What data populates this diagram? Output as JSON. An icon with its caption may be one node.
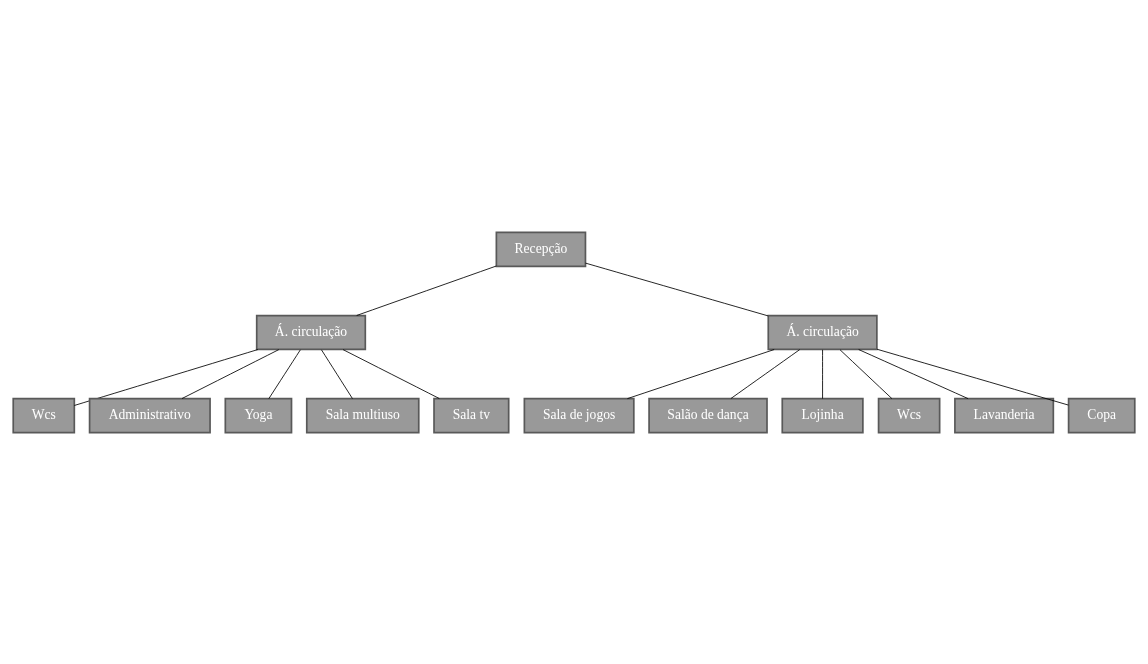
{
  "diagram": {
    "nodes": [
      {
        "text": [
          "Recepção"
        ]
      },
      {
        "text": [
          "Á. circulação"
        ]
      },
      {
        "text": [
          "Á. circulação"
        ]
      },
      {
        "text": [
          "Wcs"
        ]
      },
      {
        "text": [
          "Administrativo"
        ]
      },
      {
        "text": [
          "Yoga"
        ]
      },
      {
        "text": [
          "Sala multiuso"
        ]
      },
      {
        "text": [
          "Sala tv"
        ]
      },
      {
        "text": [
          "Sala de jogos"
        ]
      },
      {
        "text": [
          "Salão de dança"
        ]
      },
      {
        "text": [
          "Lojinha"
        ]
      },
      {
        "text": [
          "Wcs"
        ]
      },
      {
        "text": [
          "Lavanderia"
        ]
      },
      {
        "text": [
          "Copa"
        ]
      }
    ],
    "edges": [
      {
        "from": 0,
        "to": 1,
        "arrow": "none"
      },
      {
        "from": 0,
        "to": 2,
        "arrow": "none"
      },
      {
        "from": 1,
        "to": 3,
        "arrow": "none"
      },
      {
        "from": 1,
        "to": 4,
        "arrow": "none"
      },
      {
        "from": 1,
        "to": 5,
        "arrow": "none"
      },
      {
        "from": 1,
        "to": 6,
        "arrow": "none"
      },
      {
        "from": 1,
        "to": 7,
        "arrow": "none"
      },
      {
        "from": 2,
        "to": 8,
        "arrow": "none"
      },
      {
        "from": 2,
        "to": 9,
        "arrow": "none"
      },
      {
        "from": 2,
        "to": 10,
        "arrow": "none"
      },
      {
        "from": 2,
        "to": 11,
        "arrow": "none"
      },
      {
        "from": 2,
        "to": 12,
        "arrow": "none"
      },
      {
        "from": 2,
        "to": 13,
        "arrow": "none"
      }
    ]
  }
}
